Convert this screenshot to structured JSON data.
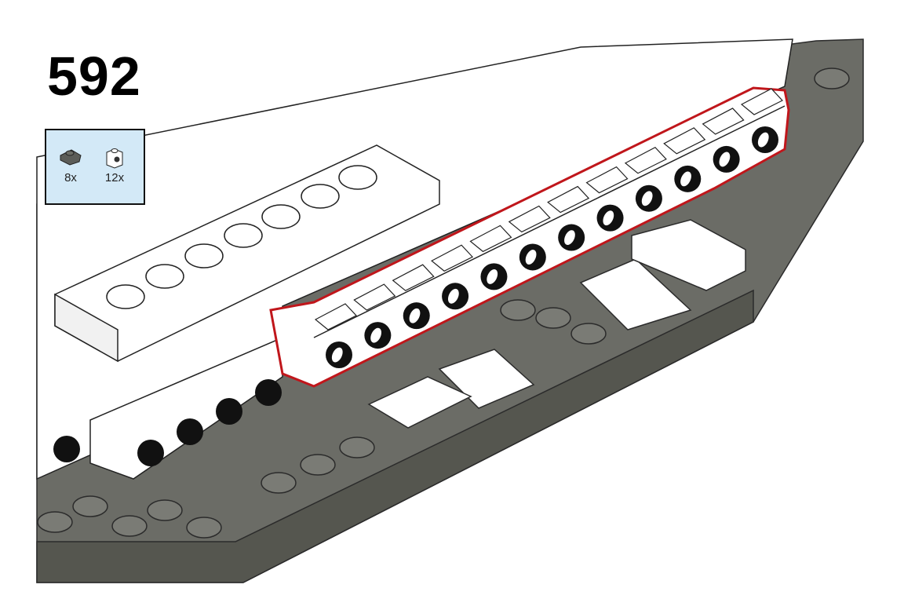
{
  "step": {
    "number": "592"
  },
  "parts_callout": {
    "items": [
      {
        "icon": "dark-gray-plate-with-clip-icon",
        "quantity": "8x",
        "color": "#5b5c58"
      },
      {
        "icon": "white-brick-with-side-stud-icon",
        "quantity": "12x",
        "color": "#ffffff"
      }
    ]
  },
  "colors": {
    "base": "#6b6c66",
    "base_dark": "#4e4f4a",
    "highlight_outline": "#c0161b",
    "brick": "#ffffff"
  }
}
